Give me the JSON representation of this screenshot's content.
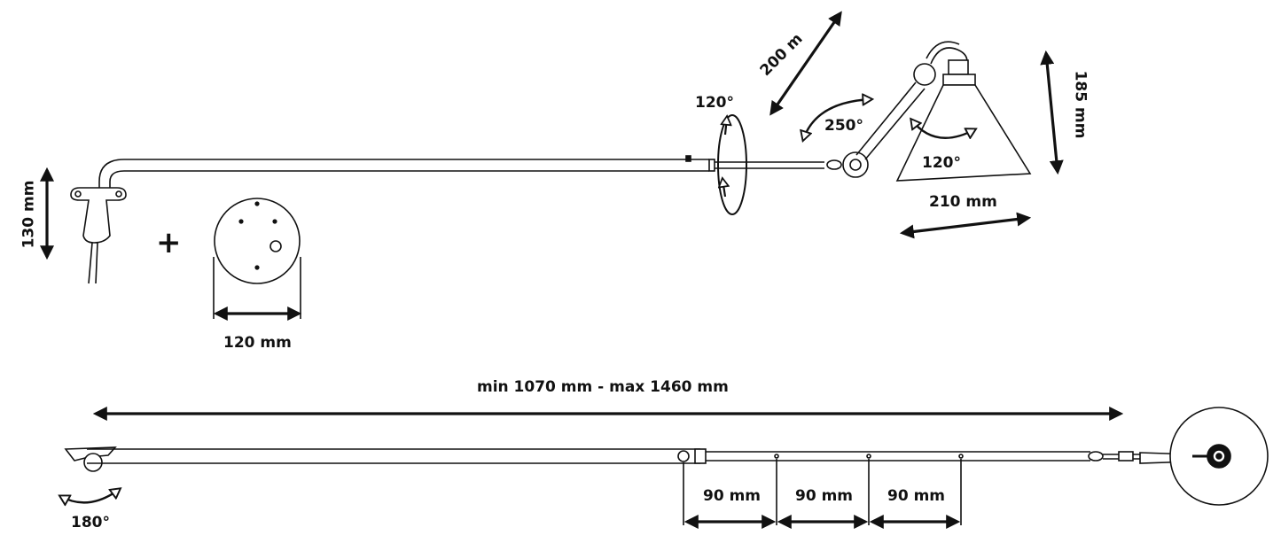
{
  "diagram": {
    "wall_height_label": "130 mm",
    "plus_sign": "+",
    "base_diameter_label": "120 mm",
    "rotation_arm_label": "120°",
    "arm_segment_label": "200 m",
    "elbow_rotation_label": "250°",
    "shade_height_label": "185 mm",
    "shade_rotation_label": "120°",
    "shade_width_label": "210 mm",
    "total_length_label": "min 1070 mm - max 1460 mm",
    "base_rotation_label": "180°",
    "extension_steps": [
      "90 mm",
      "90 mm",
      "90 mm"
    ]
  },
  "colors": {
    "ink": "#111111",
    "background": "#ffffff"
  }
}
